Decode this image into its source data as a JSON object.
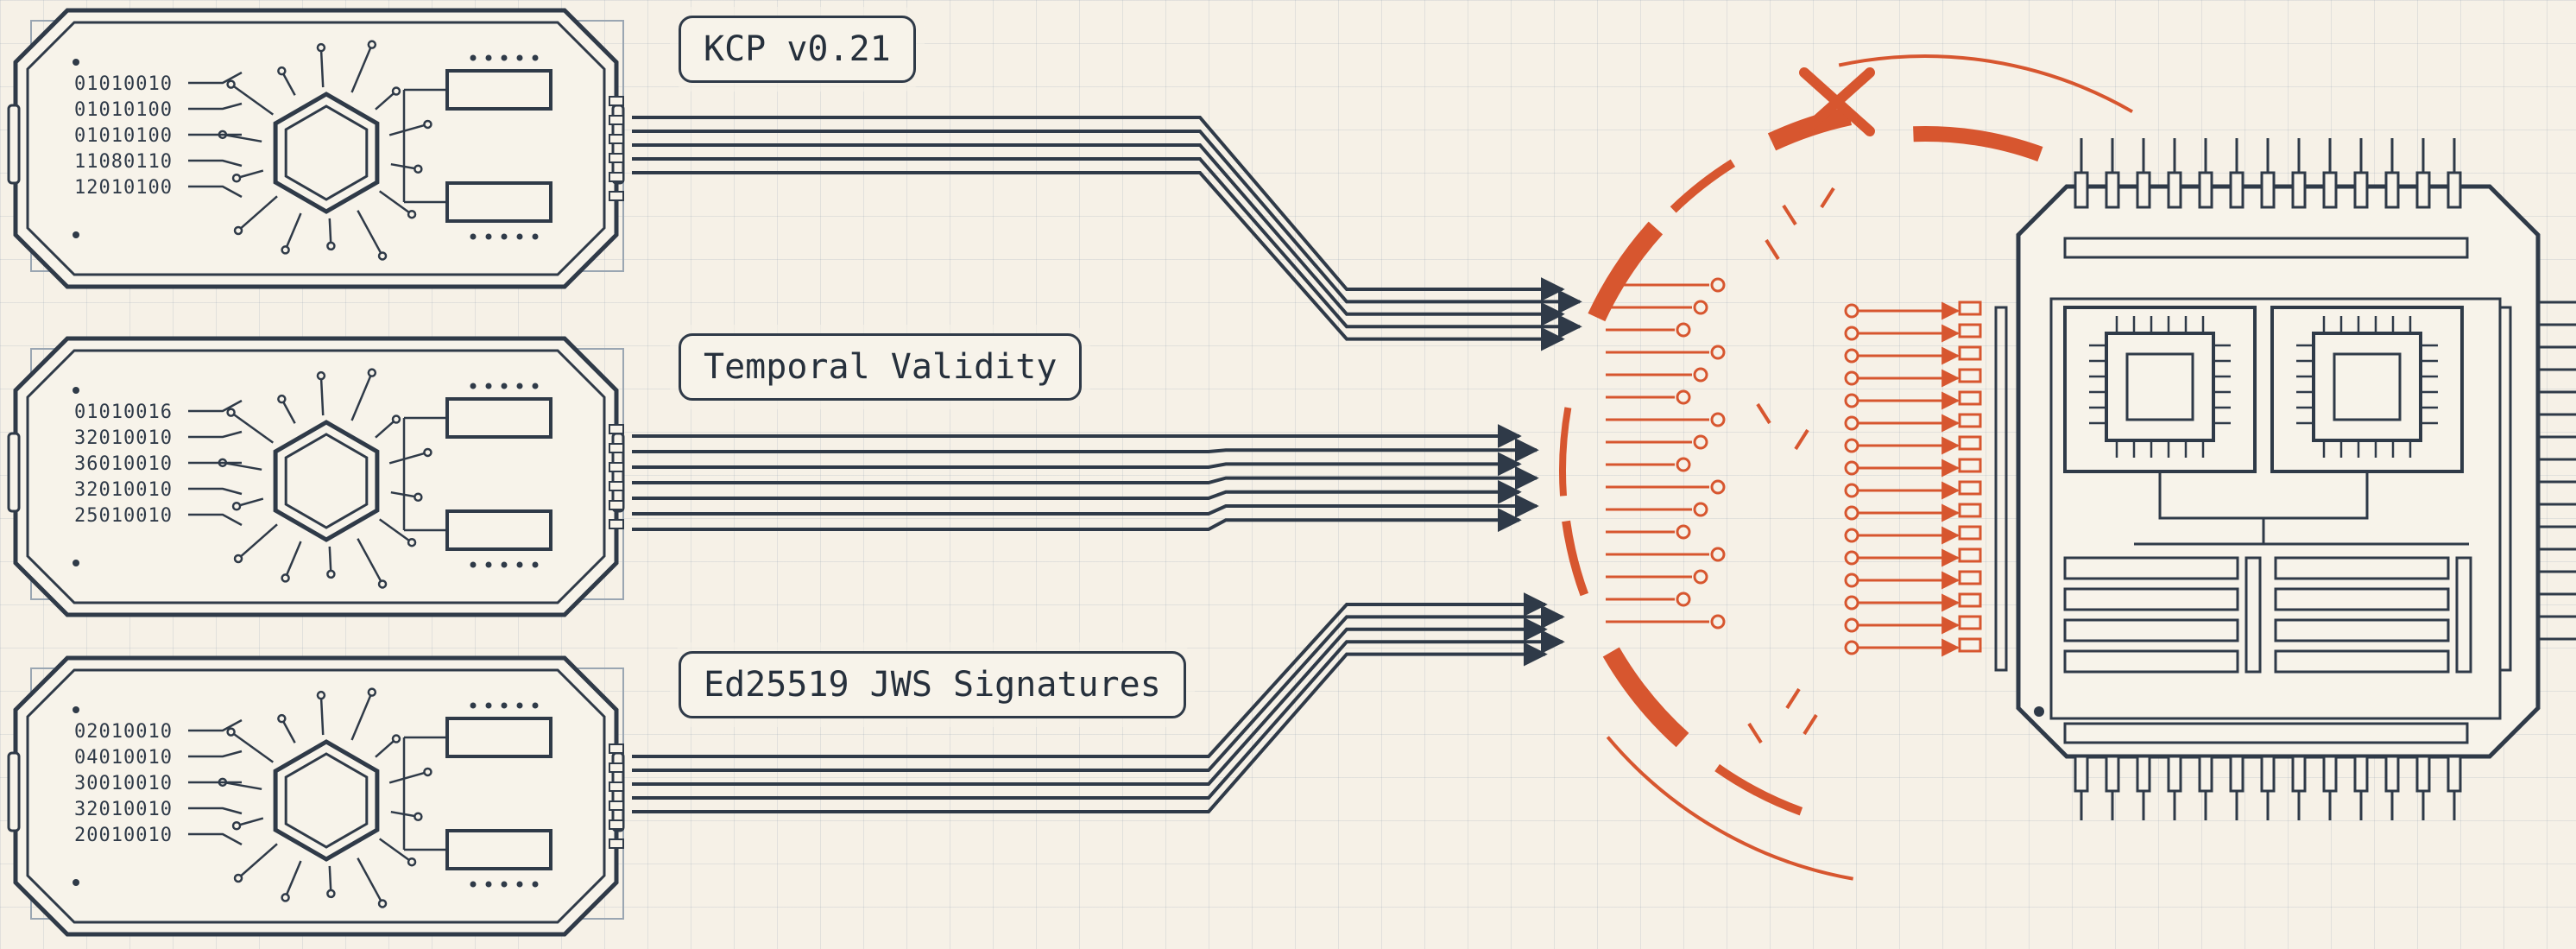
{
  "labels": {
    "kcp_version": "KCP v0.21",
    "temporal_validity": "Temporal Validity",
    "signatures": "Ed25519 JWS Signatures"
  },
  "modules": [
    {
      "binary_rows": [
        "01010010",
        "01010100",
        "01010100",
        "11080110",
        "12010100"
      ]
    },
    {
      "binary_rows": [
        "01010016",
        "32010010",
        "36010010",
        "32010010",
        "25010010"
      ]
    },
    {
      "binary_rows": [
        "02010010",
        "04010010",
        "30010010",
        "32010010",
        "20010010"
      ]
    }
  ],
  "icons": {
    "reject_mark": "x-mark-icon"
  },
  "colors": {
    "ink": "#2f3a48",
    "accent": "#d7562f",
    "paper": "#f6f1e7",
    "grid": "#c9d2da"
  }
}
